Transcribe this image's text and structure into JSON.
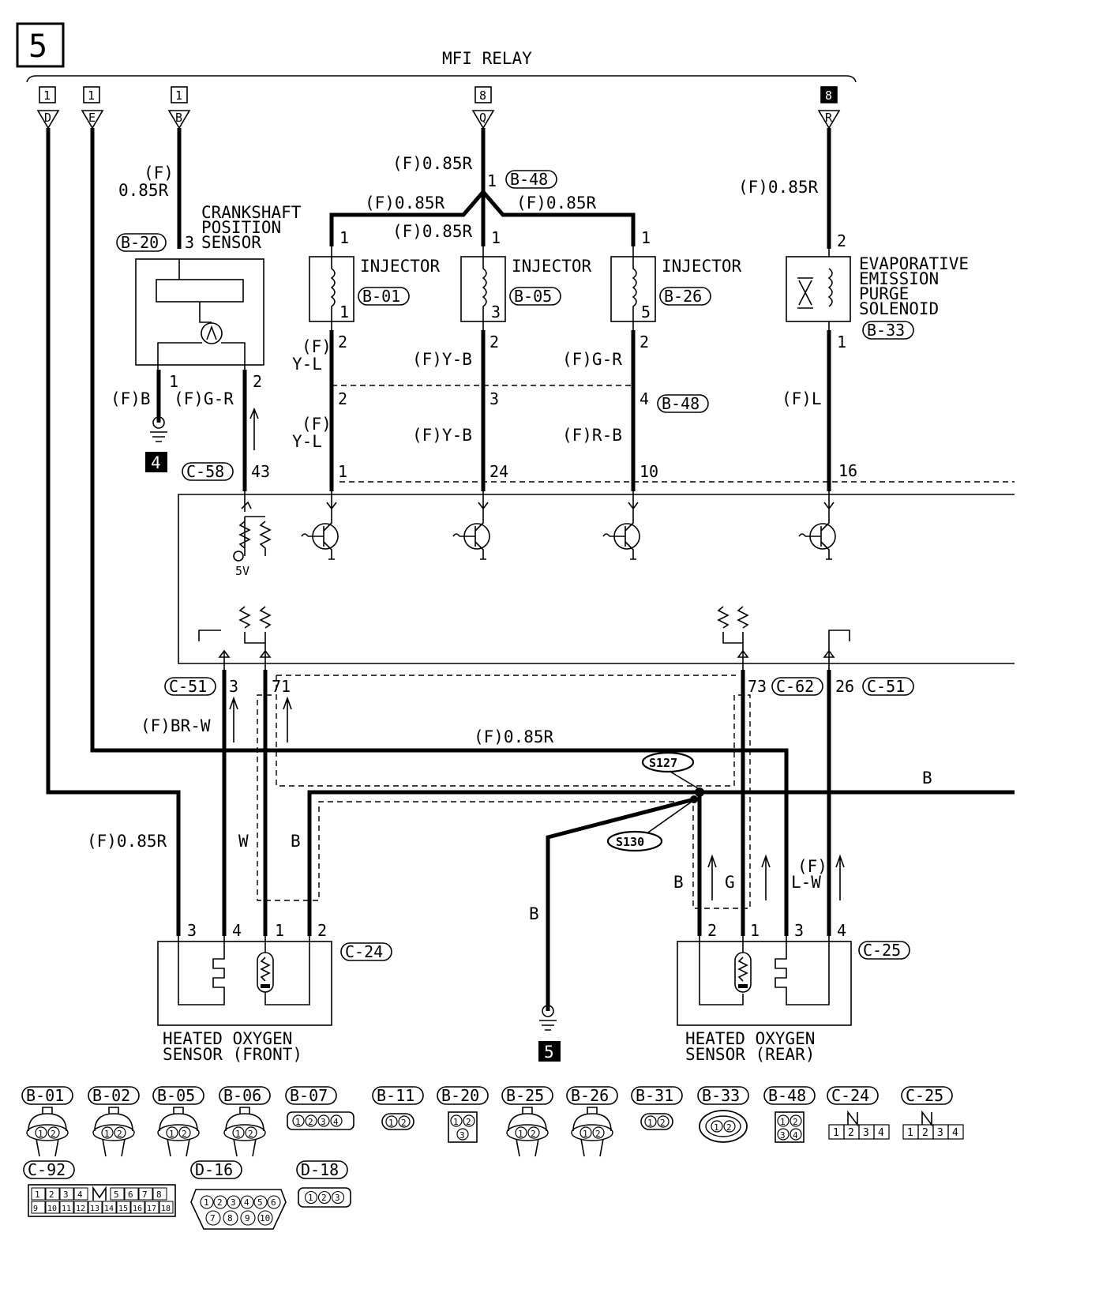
{
  "page_number": "5",
  "relay": {
    "title": "MFI RELAY",
    "terminals": [
      {
        "box": "1",
        "letter": "D"
      },
      {
        "box": "1",
        "letter": "E"
      },
      {
        "box": "1",
        "letter": "B"
      },
      {
        "box": "8",
        "letter": "Q"
      },
      {
        "box": "8",
        "letter": "R"
      }
    ]
  },
  "ground_markers": [
    "4",
    "5"
  ],
  "crankshaft": {
    "name_lines": [
      "CRANKSHAFT",
      "POSITION",
      "SENSOR"
    ],
    "ref": "B-20",
    "pin_in": "3",
    "pin_gnd": "1",
    "pin_out": "2",
    "wire_in_top": "(F)",
    "wire_in": "0.85R",
    "wire_gnd": "(F)B",
    "wire_out": "(F)G-R",
    "ecu_ref": "C-58",
    "ecu_pin": "43",
    "supply": "5V"
  },
  "splice": {
    "ref": "B-48",
    "pin": "1",
    "feed": "(F)0.85R",
    "left": "(F)0.85R",
    "right": "(F)0.85R",
    "mid": "(F)0.85R"
  },
  "injectors": [
    {
      "label": "INJECTOR",
      "ref": "B-01",
      "num": "1",
      "pin_top": "1",
      "pin_bot": "2",
      "wire_a_top": "(F)",
      "wire_a": "Y-L",
      "conn_pin": "2",
      "wire_b_top": "(F)",
      "wire_b": "Y-L",
      "ecu_pin": "1"
    },
    {
      "label": "INJECTOR",
      "ref": "B-05",
      "num": "3",
      "pin_top": "1",
      "pin_bot": "2",
      "wire_a_top": "",
      "wire_a": "(F)Y-B",
      "conn_pin": "3",
      "wire_b_top": "",
      "wire_b": "(F)Y-B",
      "ecu_pin": "24"
    },
    {
      "label": "INJECTOR",
      "ref": "B-26",
      "num": "5",
      "pin_top": "1",
      "pin_bot": "2",
      "wire_a_top": "",
      "wire_a": "(F)G-R",
      "conn_pin": "4",
      "wire_b_top": "",
      "wire_b": "(F)R-B",
      "ecu_pin": "10"
    }
  ],
  "inj_conn_ref": "B-48",
  "purge": {
    "name_lines": [
      "EVAPORATIVE",
      "EMISSION",
      "PURGE",
      "SOLENOID"
    ],
    "ref": "B-33",
    "feed": "(F)0.85R",
    "pin_top": "2",
    "pin_bot": "1",
    "wire": "(F)L",
    "ecu_pin": "16"
  },
  "ecu_lower": {
    "left_ref": "C-51",
    "left_pin": "3",
    "pin71": "71",
    "pin73": "73",
    "ref73": "C-62",
    "pin26": "26",
    "ref26": "C-51"
  },
  "lower_wires": {
    "brw": "(F)BR-W",
    "r085": "(F)0.85R",
    "left_085": "(F)0.85R",
    "w": "W",
    "b1": "B",
    "b_right": "B",
    "b_gnd": "B",
    "b2": "B",
    "g": "G",
    "lw_top": "(F)",
    "lw": "L-W"
  },
  "splices": {
    "s127": "S127",
    "s130": "S130"
  },
  "sensor_front": {
    "ref": "C-24",
    "pins": [
      "3",
      "4",
      "1",
      "2"
    ],
    "name_lines": [
      "HEATED OXYGEN",
      "SENSOR (FRONT)"
    ]
  },
  "sensor_rear": {
    "ref": "C-25",
    "pins": [
      "2",
      "1",
      "3",
      "4"
    ],
    "name_lines": [
      "HEATED OXYGEN",
      "SENSOR (REAR)"
    ]
  },
  "connector_legend": {
    "row1": [
      "B-01",
      "B-02",
      "B-05",
      "B-06",
      "B-07",
      "B-11",
      "B-20",
      "B-25",
      "B-26",
      "B-31",
      "B-33",
      "B-48",
      "C-24",
      "C-25"
    ],
    "row2": [
      "C-92",
      "D-16",
      "D-18"
    ],
    "c92_top": [
      "1",
      "2",
      "3",
      "4",
      "5",
      "6",
      "7",
      "8"
    ],
    "c92_bottom": [
      "9",
      "10",
      "11",
      "12",
      "13",
      "14",
      "15",
      "16",
      "17",
      "18"
    ],
    "four_pin": [
      "1",
      "2",
      "3",
      "4"
    ],
    "d16_top": [
      "1",
      "2",
      "3",
      "4",
      "5",
      "6"
    ],
    "d16_bottom": [
      "7",
      "8",
      "9",
      "10"
    ],
    "d18": [
      "1",
      "2",
      "3"
    ]
  }
}
